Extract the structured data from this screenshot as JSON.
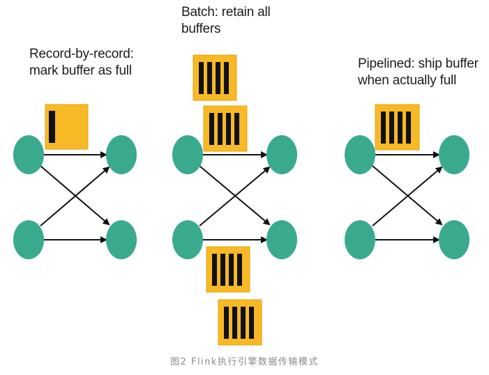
{
  "panels": [
    {
      "id": "record",
      "title": "Record-by-record:\nmark buffer as full"
    },
    {
      "id": "batch",
      "title": "Batch: retain all\nbuffers"
    },
    {
      "id": "pipelined",
      "title": "Pipelined: ship buffer\nwhen actually full"
    }
  ],
  "caption": "图2 Flink执行引擎数据传输模式",
  "colors": {
    "node": "#3aaa8e",
    "buffer_fill": "#f7b926",
    "buffer_border": "#e9a20e",
    "record": "#111111",
    "arrow": "#111111"
  }
}
